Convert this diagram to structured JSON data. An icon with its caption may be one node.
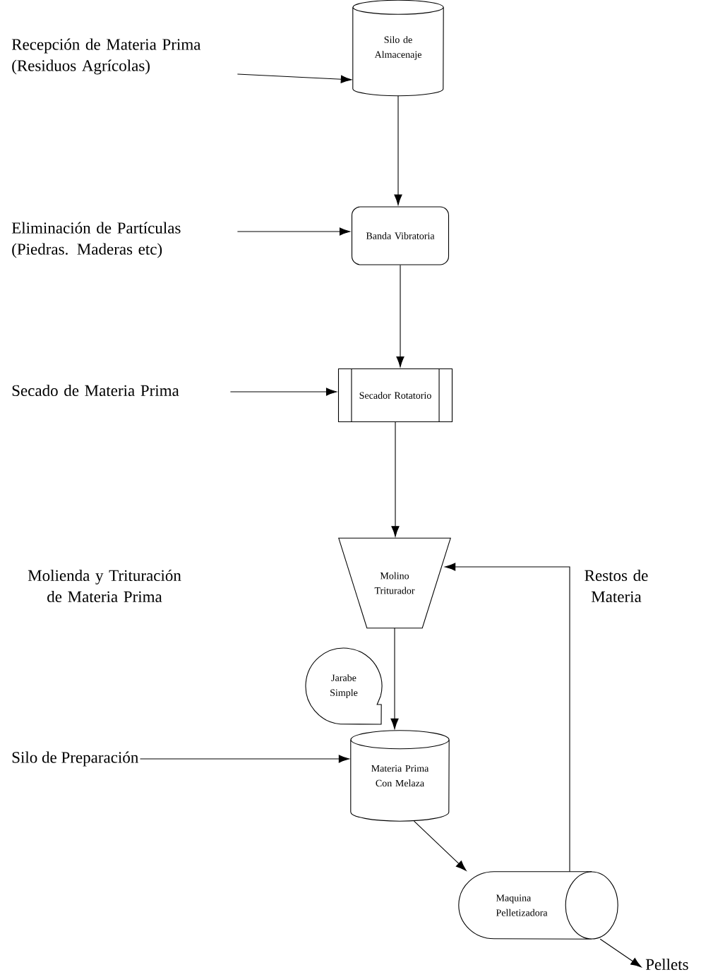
{
  "diagram": {
    "nodes": [
      {
        "text": [
          "Recepción de Materia Prima (Residuos Agrícolas)"
        ]
      },
      {
        "text": [
          "Silo de Almacenaje"
        ]
      },
      {
        "text": [
          "Eliminación de Partículas (Piedras. Maderas etc)"
        ]
      },
      {
        "text": [
          "Banda Vibratoria"
        ]
      },
      {
        "text": [
          "Secado de Materia Prima"
        ]
      },
      {
        "text": [
          "Secador Rotatorio"
        ]
      },
      {
        "text": [
          "Molienda y Trituración de Materia Prima"
        ]
      },
      {
        "text": [
          "Molino Triturador"
        ]
      },
      {
        "text": [
          "Jarabe Simple"
        ]
      },
      {
        "text": [
          "Silo de Preparación"
        ]
      },
      {
        "text": [
          "Materia Prima Con Melaza"
        ]
      },
      {
        "text": [
          "Maquina Pelletizadora"
        ]
      },
      {
        "text": [
          "Pellets"
        ]
      }
    ],
    "edges": [
      {
        "from": 0,
        "to": 1,
        "arrow": "to"
      },
      {
        "from": 1,
        "to": 3,
        "arrow": "to"
      },
      {
        "from": 2,
        "to": 3,
        "arrow": "to"
      },
      {
        "from": 3,
        "to": 5,
        "arrow": "to"
      },
      {
        "from": 4,
        "to": 5,
        "arrow": "to"
      },
      {
        "from": 5,
        "to": 7,
        "arrow": "to"
      },
      {
        "from": 11,
        "to": 7,
        "arrow": "to",
        "label": "Restos de Materia"
      },
      {
        "from": 7,
        "to": 10,
        "arrow": "to"
      },
      {
        "from": 9,
        "to": 10,
        "arrow": "to"
      },
      {
        "from": 10,
        "to": 11,
        "arrow": "to"
      },
      {
        "from": 11,
        "to": 12,
        "arrow": "to"
      }
    ]
  }
}
